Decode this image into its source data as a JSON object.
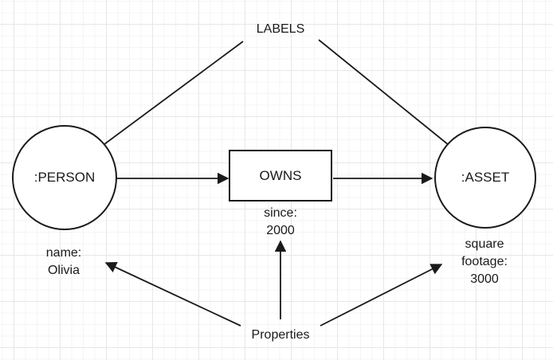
{
  "diagram": {
    "annotations": {
      "labels": "LABELS",
      "properties": "Properties"
    },
    "nodes": {
      "person": {
        "label": ":PERSON"
      },
      "asset": {
        "label": ":ASSET"
      },
      "owns": {
        "label": "OWNS"
      }
    },
    "properties": {
      "person": "name:\nOlivia",
      "owns": "since:\n2000",
      "asset": "square\nfootage:\n3000"
    },
    "colors": {
      "stroke": "#1a1a1a",
      "background": "#ffffff",
      "grid_minor": "#f4f4f4",
      "grid_major": "#e7e7e7"
    }
  }
}
